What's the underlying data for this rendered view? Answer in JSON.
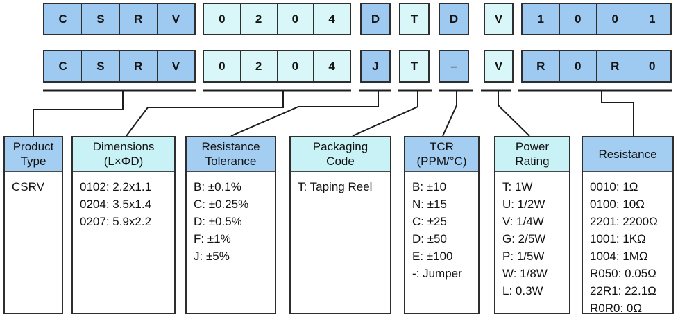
{
  "colors": {
    "cell_blue": "#9ec9f0",
    "cell_cyan": "#d9f7f8",
    "header_blue": "#a3cef2",
    "header_cyan": "#c9f2f6",
    "border": "#2e2e2e",
    "line": "#1c1c1c"
  },
  "code_rows": [
    {
      "name": "part-number-example-1",
      "groups": [
        {
          "field": "product-type",
          "cells": [
            "C",
            "S",
            "R",
            "V"
          ]
        },
        {
          "field": "dimensions",
          "cells": [
            "0",
            "2",
            "0",
            "4"
          ]
        },
        {
          "field": "resistance-tolerance",
          "cells": [
            "D"
          ]
        },
        {
          "field": "packaging-code",
          "cells": [
            "T"
          ]
        },
        {
          "field": "tcr",
          "cells": [
            "D"
          ]
        },
        {
          "field": "power-rating",
          "cells": [
            "V"
          ]
        },
        {
          "field": "resistance",
          "cells": [
            "1",
            "0",
            "0",
            "1"
          ]
        }
      ]
    },
    {
      "name": "part-number-example-2",
      "groups": [
        {
          "field": "product-type",
          "cells": [
            "C",
            "S",
            "R",
            "V"
          ]
        },
        {
          "field": "dimensions",
          "cells": [
            "0",
            "2",
            "0",
            "4"
          ]
        },
        {
          "field": "resistance-tolerance",
          "cells": [
            "J"
          ]
        },
        {
          "field": "packaging-code",
          "cells": [
            "T"
          ]
        },
        {
          "field": "tcr",
          "cells": [
            "–"
          ]
        },
        {
          "field": "power-rating",
          "cells": [
            "V"
          ]
        },
        {
          "field": "resistance",
          "cells": [
            "R",
            "0",
            "R",
            "0"
          ]
        }
      ]
    }
  ],
  "legend_boxes": [
    {
      "id": "product-type",
      "header_line1": "Product",
      "header_line2": "Type",
      "items": [
        "CSRV"
      ]
    },
    {
      "id": "dimensions",
      "header_line1": "Dimensions",
      "header_line2": "(L×ΦD)",
      "items": [
        "0102: 2.2x1.1",
        "0204: 3.5x1.4",
        "0207: 5.9x2.2"
      ]
    },
    {
      "id": "resistance-tolerance",
      "header_line1": "Resistance",
      "header_line2": "Tolerance",
      "items": [
        "B: ±0.1%",
        "C: ±0.25%",
        "D: ±0.5%",
        "F: ±1%",
        "J: ±5%"
      ]
    },
    {
      "id": "packaging-code",
      "header_line1": "Packaging",
      "header_line2": "Code",
      "items": [
        "T: Taping Reel"
      ]
    },
    {
      "id": "tcr",
      "header_line1": "TCR",
      "header_line2": "(PPM/°C)",
      "items": [
        "B: ±10",
        "N: ±15",
        "C: ±25",
        "D: ±50",
        "E: ±100",
        "-: Jumper"
      ]
    },
    {
      "id": "power-rating",
      "header_line1": "Power",
      "header_line2": "Rating",
      "items": [
        "T: 1W",
        "U: 1/2W",
        "V: 1/4W",
        "G: 2/5W",
        "P: 1/5W",
        "W: 1/8W",
        "L: 0.3W"
      ]
    },
    {
      "id": "resistance",
      "header_line1": "Resistance",
      "header_line2": "",
      "items": [
        "0010: 1Ω",
        "0100: 10Ω",
        "2201: 2200Ω",
        "1001: 1KΩ",
        "1004: 1MΩ",
        "R050: 0.05Ω",
        "22R1: 22.1Ω",
        "R0R0: 0Ω"
      ]
    }
  ]
}
